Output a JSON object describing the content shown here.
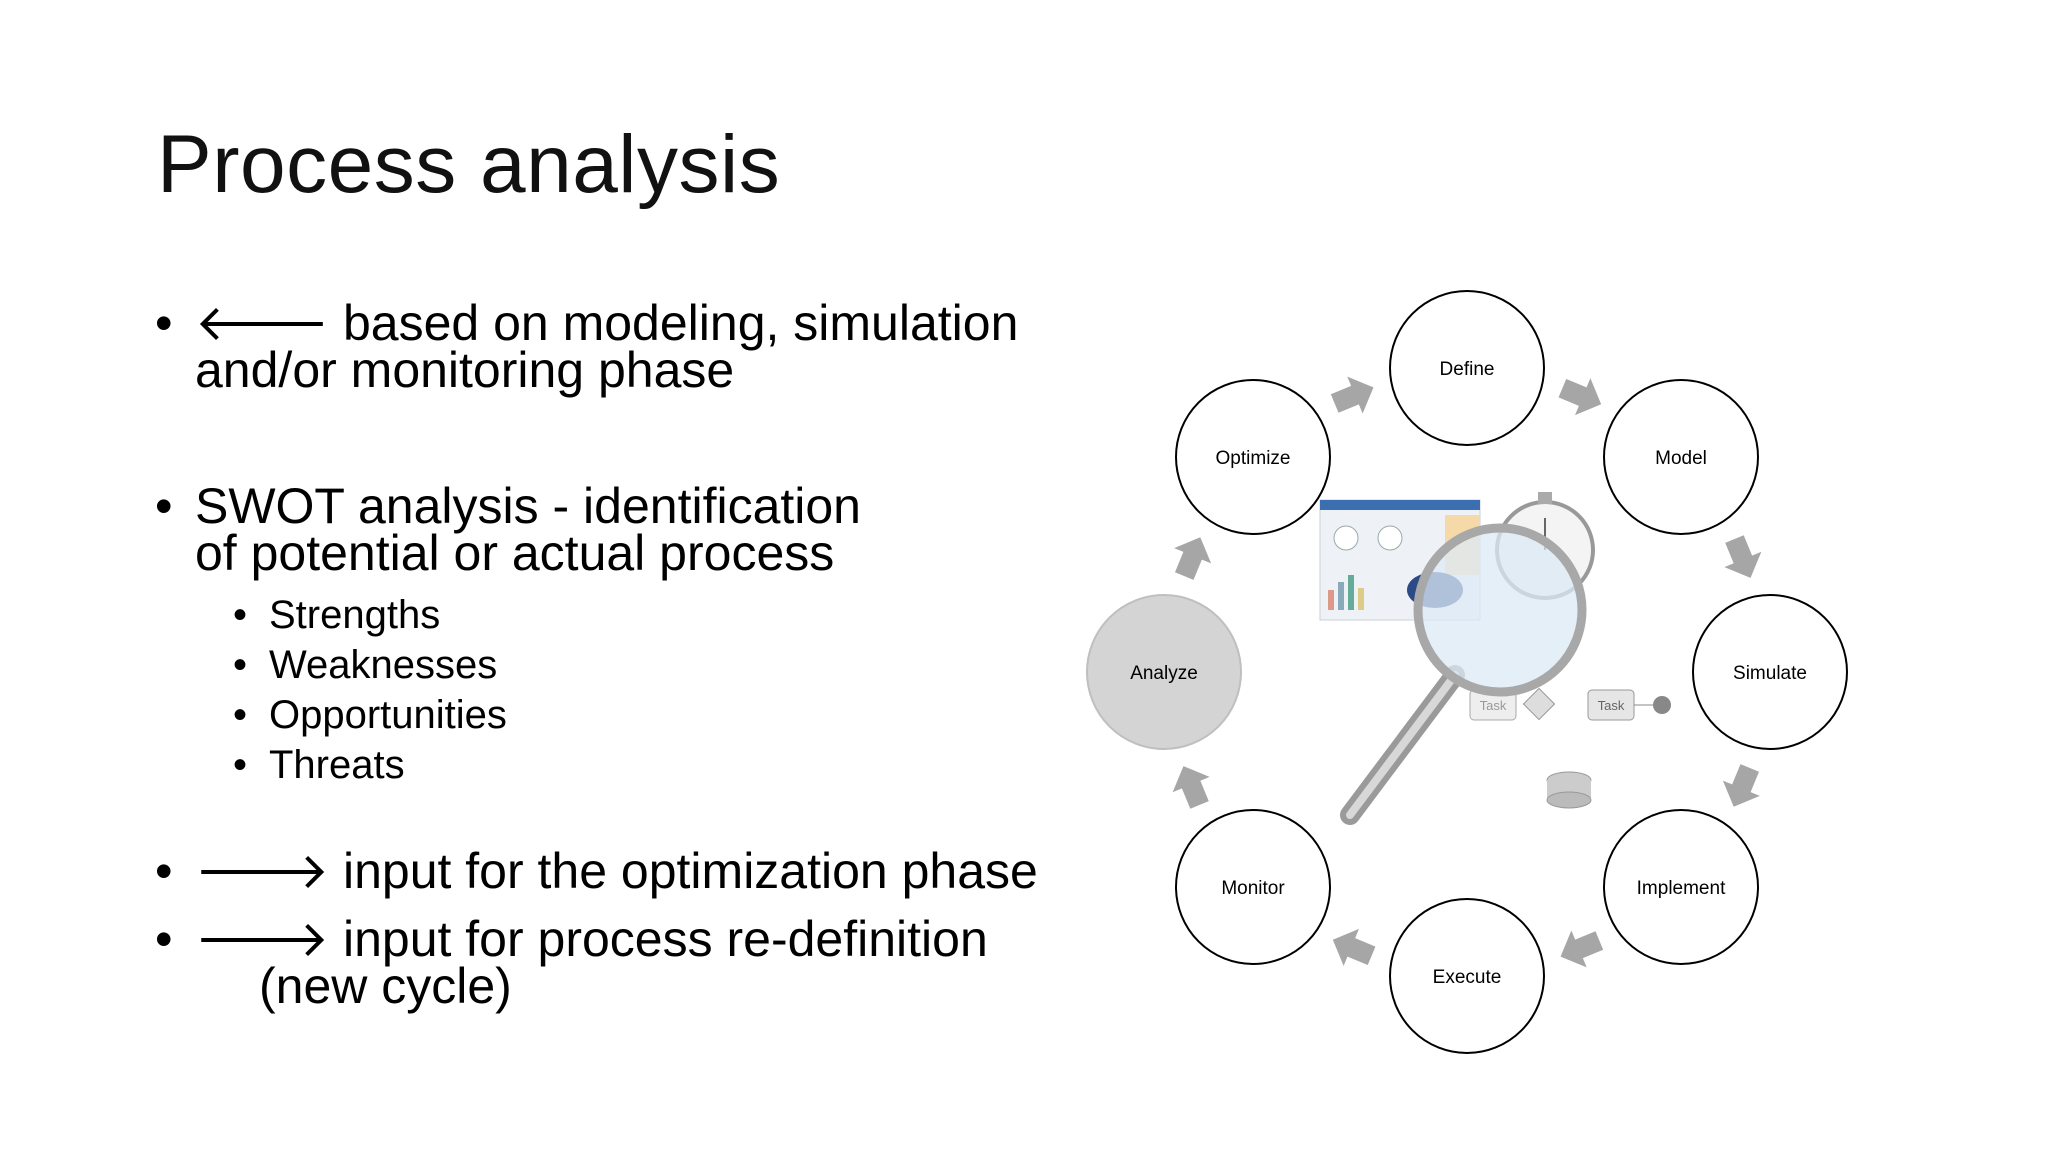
{
  "slide": {
    "title": "Process analysis",
    "bullets": [
      {
        "symbol": "•",
        "lines": [
          "🡐 based on modeling, simulation",
          "and/or monitoring phase"
        ]
      },
      {
        "symbol": "•",
        "lines": [
          "SWOT analysis - identification",
          "of potential or actual process"
        ]
      },
      {
        "symbol": "•",
        "lines": [
          "🡒 input for the optimization phase"
        ]
      },
      {
        "symbol": "•",
        "lines": [
          "🡒 input for process re-definition",
          "(new cycle)"
        ]
      }
    ],
    "sub_bullets": [
      "Strengths",
      "Weaknesses",
      "Opportunities",
      "Threats"
    ],
    "sub_symbol": "•"
  },
  "diagram": {
    "nodes": [
      "Define",
      "Model",
      "Simulate",
      "Implement",
      "Execute",
      "Monitor",
      "Analyze",
      "Optimize"
    ],
    "highlighted_node": "Analyze",
    "illustration": {
      "icon": "magnifying-glass-process-icon",
      "task_labels": [
        "Task",
        "Task"
      ]
    }
  }
}
